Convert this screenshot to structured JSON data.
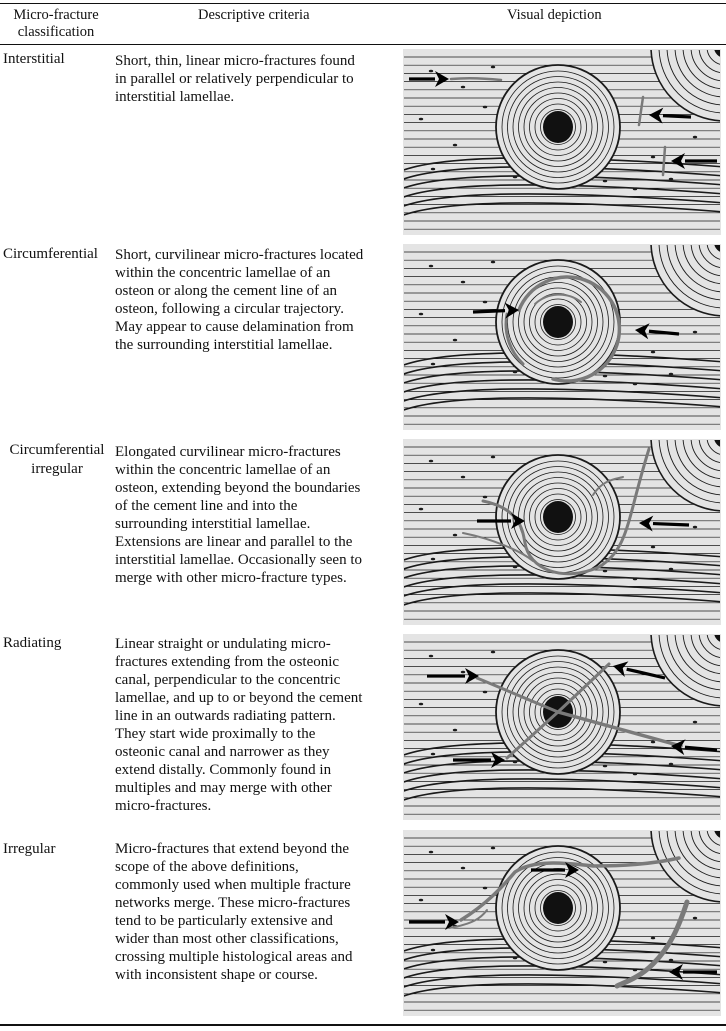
{
  "header": {
    "col1_line1": "Micro-fracture",
    "col1_line2": "classification",
    "col2": "Descriptive criteria",
    "col3": "Visual depiction"
  },
  "rows": [
    {
      "classification": [
        "Interstitial"
      ],
      "description": [
        "Short, thin, linear micro-fractures found",
        "in parallel or relatively perpendicular to",
        "interstitial lamellae."
      ]
    },
    {
      "classification": [
        "Circumferential"
      ],
      "description": [
        "Short, curvilinear micro-fractures located",
        "within the concentric lamellae of an",
        "osteon or along the cement line of an",
        "osteon, following a circular trajectory.",
        "May appear to cause delamination from",
        "the surrounding interstitial lamellae."
      ]
    },
    {
      "classification": [
        "Circumferential",
        "irregular"
      ],
      "description": [
        "Elongated curvilinear micro-fractures",
        "within the concentric lamellae of an",
        "osteon, extending beyond the boundaries",
        "of the cement line and into the",
        "surrounding interstitial lamellae.",
        "Extensions are linear and parallel to the",
        "interstitial lamellae. Occasionally seen to",
        "merge with other micro-fracture types."
      ]
    },
    {
      "classification": [
        "Radiating"
      ],
      "description": [
        "Linear straight or undulating micro-",
        "fractures extending from the osteonic",
        "canal, perpendicular to the concentric",
        "lamellae, and up to or beyond the cement",
        "line in an outwards radiating pattern.",
        "They start wide proximally to the",
        "osteonic canal and narrower as they",
        "extend distally. Commonly found in",
        "multiples and may merge with other",
        "micro-fractures."
      ]
    },
    {
      "classification": [
        "Irregular"
      ],
      "description": [
        "Micro-fractures that extend beyond the",
        "scope of the above definitions,",
        "commonly used when multiple fracture",
        "networks merge. These micro-fractures",
        "tend to be particularly extensive and",
        "wider than most other classifications,",
        "crossing multiple histological areas and",
        "with inconsistent shape or course."
      ]
    }
  ],
  "colors": {
    "panel_bg": "#e4e4e4",
    "line": "#1a1a1a",
    "fracture": "#7a7a7a",
    "canal": "#111111"
  }
}
